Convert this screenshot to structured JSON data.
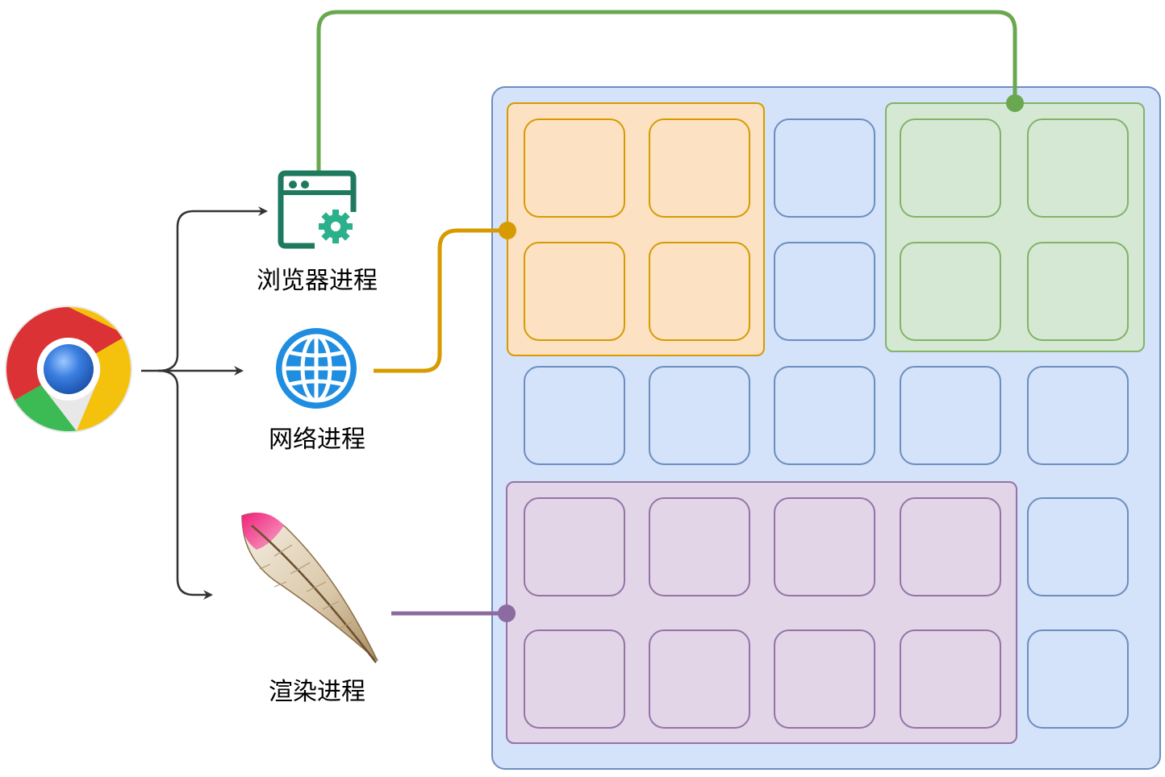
{
  "processes": {
    "browser": {
      "label": "浏览器进程",
      "icon": "browser-window-gear-icon",
      "color": "#6AA84F"
    },
    "network": {
      "label": "网络进程",
      "icon": "globe-icon",
      "color": "#D79B00"
    },
    "render": {
      "label": "渲染进程",
      "icon": "feather-quill-icon",
      "color": "#8C6BA0"
    }
  },
  "app_icon": "chrome-logo-icon",
  "memory_grid": {
    "rows": 5,
    "cols": 5,
    "colors": {
      "container_fill": "#D4E2FA",
      "container_stroke": "#6C8EBF",
      "orange_fill": "#FCE1C3",
      "orange_stroke": "#D79B00",
      "green_fill": "#D5E8D4",
      "green_stroke": "#82B366",
      "purple_fill": "#E1D5E7",
      "purple_stroke": "#9673A6"
    }
  }
}
